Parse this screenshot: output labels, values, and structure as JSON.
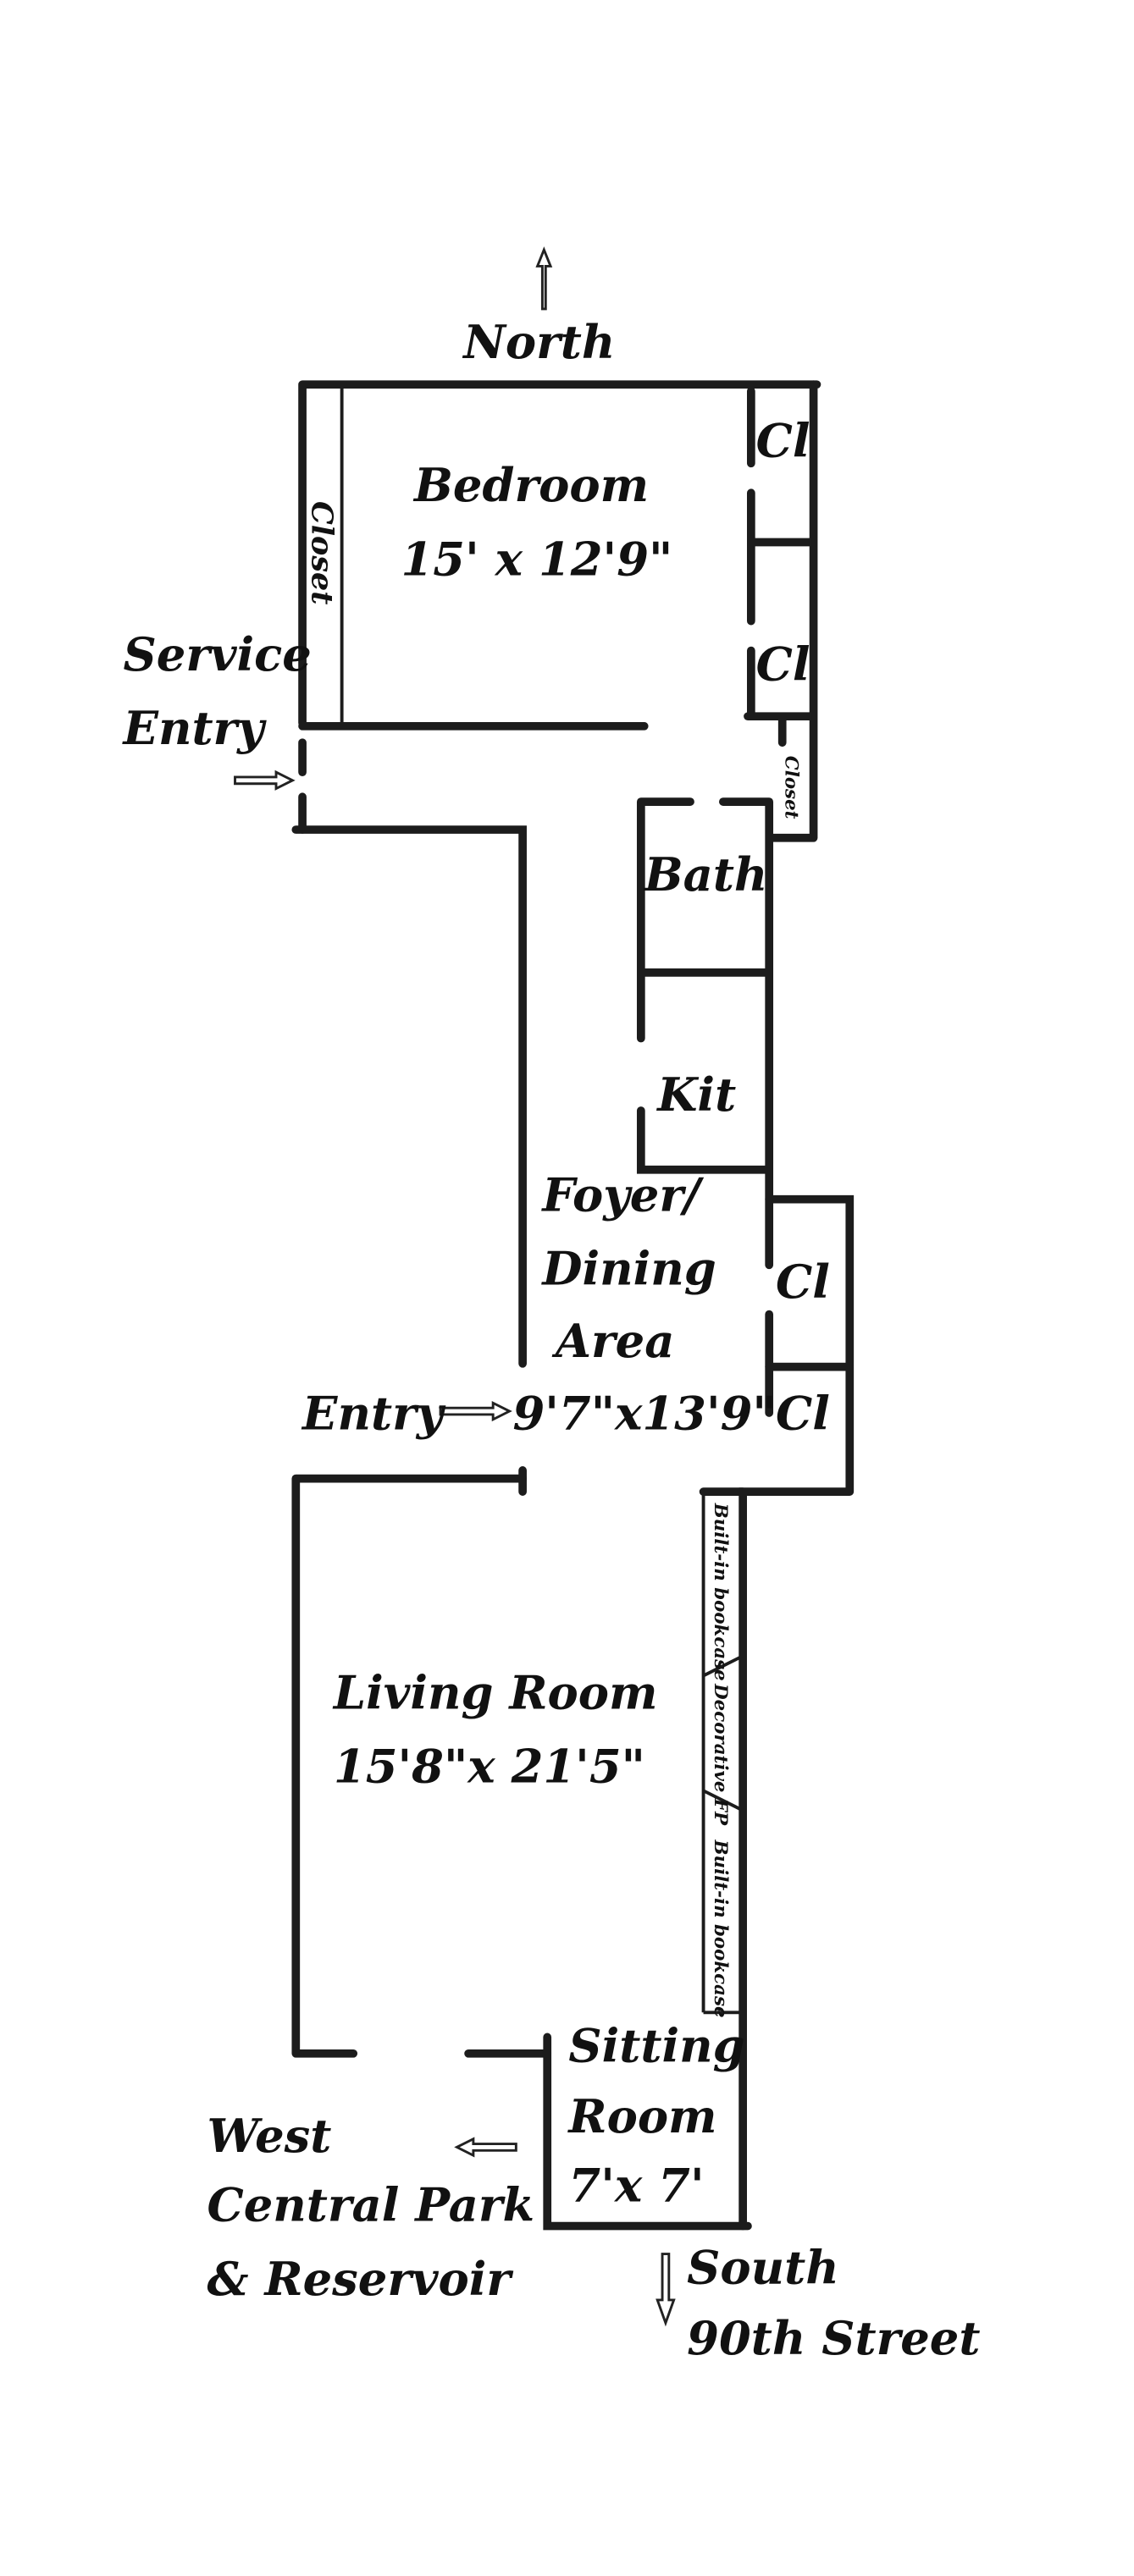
{
  "directions": {
    "north": "North",
    "south": "South",
    "west": "West"
  },
  "streets": {
    "south": "90th Street",
    "west_line1": "Central Park",
    "west_line2": "& Reservoir"
  },
  "rooms": {
    "bedroom": {
      "name": "Bedroom",
      "size": "15' x 12'9\""
    },
    "bedroom_closet": "Closet",
    "closet_1": "Cl",
    "closet_2": "Cl",
    "closet_small": "Closet",
    "bath": "Bath",
    "kitchen": "Kit",
    "foyer": {
      "line1": "Foyer/",
      "line2": "Dining",
      "line3": "Area",
      "size": "9'7\"x13'9\""
    },
    "closet_3": "Cl",
    "closet_4": "Cl",
    "living": {
      "name": "Living Room",
      "size": "15'8\"x 21'5\""
    },
    "bookcase_1": "Built-in bookcase",
    "fireplace": "Decorative FP",
    "bookcase_2": "Built-in bookcase",
    "sitting": {
      "line1": "Sitting",
      "line2": "Room",
      "size": "7'x 7'"
    }
  },
  "entries": {
    "service_line1": "Service",
    "service_line2": "Entry",
    "main": "Entry"
  }
}
